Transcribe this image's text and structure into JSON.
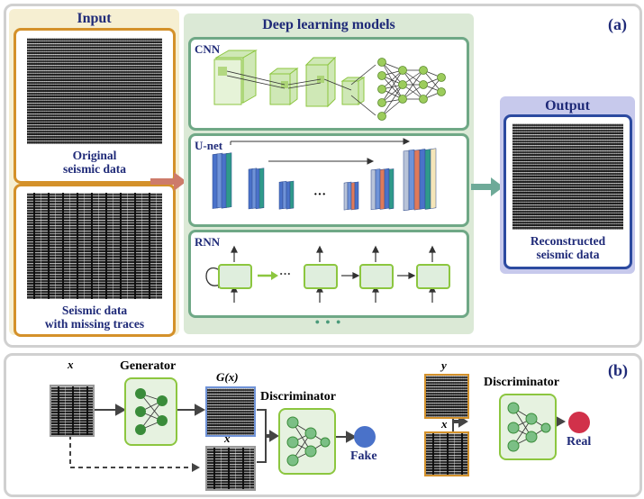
{
  "panel_a": {
    "label": "(a)",
    "input": {
      "title": "Input",
      "original_caption_1": "Original",
      "original_caption_2": "seismic data",
      "missing_caption_1": "Seismic data",
      "missing_caption_2": "with missing traces"
    },
    "models": {
      "title": "Deep learning models",
      "cnn_label": "CNN",
      "unet_label": "U-net",
      "unet_ellipsis": "···",
      "rnn_label": "RNN",
      "rnn_ellipsis": "···",
      "more": "● ● ●"
    },
    "output": {
      "title": "Output",
      "caption_1": "Reconstructed",
      "caption_2": "seismic data"
    }
  },
  "panel_b": {
    "label": "(b)",
    "gan": {
      "x_label": "x",
      "generator_label": "Generator",
      "gx_label": "G(x)",
      "x2_label": "x",
      "discriminator_label": "Discriminator",
      "fake_label": "Fake"
    },
    "right": {
      "y_label": "y",
      "x_label": "x",
      "discriminator_label": "Discriminator",
      "real_label": "Real"
    }
  },
  "colors": {
    "navy": "#1f2a78",
    "input_bg": "#f6efd2",
    "input_border": "#d4912a",
    "models_bg": "#dbe9d6",
    "output_bg": "#c7c9ec",
    "output_border": "#2c4aa0",
    "fake": "#4a72c9",
    "real": "#d1314a",
    "nn_green": "#3a8c3a"
  }
}
